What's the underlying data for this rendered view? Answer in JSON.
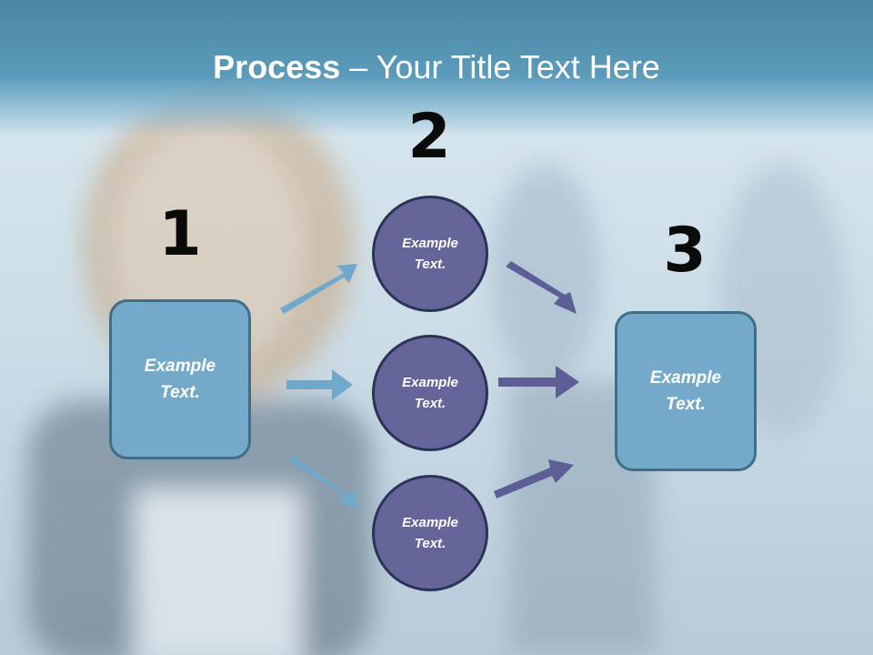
{
  "title": {
    "bold": "Process",
    "rest": " – Your Title Text Here"
  },
  "steps": [
    {
      "number": "1"
    },
    {
      "number": "2"
    },
    {
      "number": "3"
    }
  ],
  "left_box": {
    "line1": "Example",
    "line2": "Text."
  },
  "circles": [
    {
      "line1": "Example",
      "line2": "Text."
    },
    {
      "line1": "Example",
      "line2": "Text."
    },
    {
      "line1": "Example",
      "line2": "Text."
    }
  ],
  "right_box": {
    "line1": "Example",
    "line2": "Text."
  },
  "colors": {
    "box_fill": "#75a9c9",
    "circle_fill": "#65659a",
    "left_arrow": "#6fa8ca",
    "right_arrow": "#5e5e97",
    "title_band": "#4b87a6"
  }
}
